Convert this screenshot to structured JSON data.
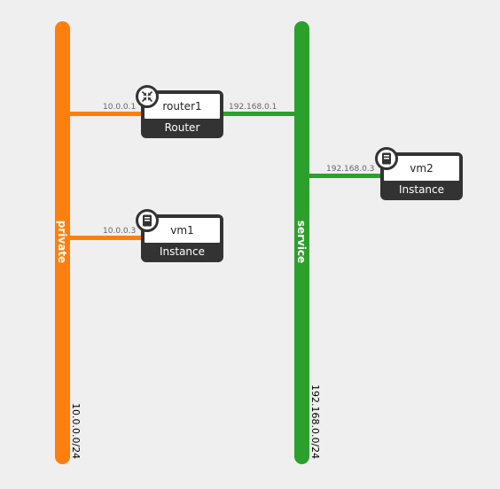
{
  "networks": {
    "private": {
      "name": "private",
      "cidr": "10.0.0.0/24",
      "color": "#ff7f0e"
    },
    "service": {
      "name": "service",
      "cidr": "192.168.0.0/24",
      "color": "#2ca02c"
    }
  },
  "nodes": {
    "router1": {
      "name": "router1",
      "type": "Router",
      "icon": "router-icon"
    },
    "vm1": {
      "name": "vm1",
      "type": "Instance",
      "icon": "server-icon"
    },
    "vm2": {
      "name": "vm2",
      "type": "Instance",
      "icon": "server-icon"
    }
  },
  "links": {
    "router1_private": {
      "ip": "10.0.0.1"
    },
    "router1_service": {
      "ip": "192.168.0.1"
    },
    "vm1_private": {
      "ip": "10.0.0.3"
    },
    "vm2_service": {
      "ip": "192.168.0.3"
    }
  },
  "colors": {
    "node_bg": "#333333",
    "background": "#efefef"
  }
}
